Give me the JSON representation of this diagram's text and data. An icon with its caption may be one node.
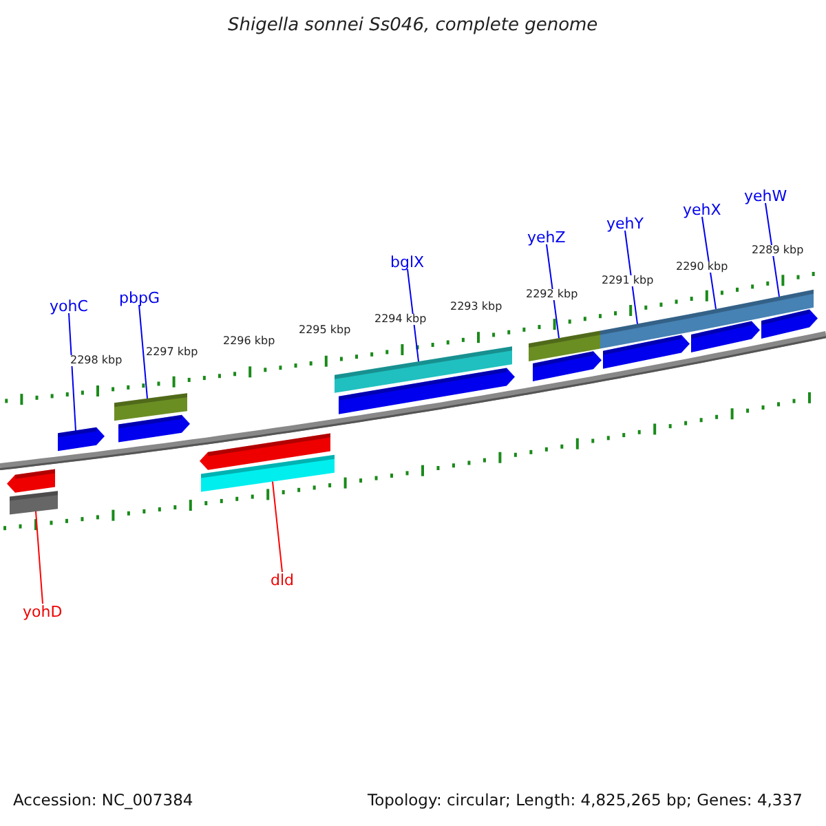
{
  "diagram": {
    "title": "Shigella sonnei Ss046, complete genome",
    "nodes": [
      {
        "text": [
          "yohC"
        ]
      },
      {
        "text": [
          "pbpG"
        ]
      },
      {
        "text": [
          "bglX"
        ]
      },
      {
        "text": [
          "yehZ"
        ]
      },
      {
        "text": [
          "yehY"
        ]
      },
      {
        "text": [
          "yehX"
        ]
      },
      {
        "text": [
          "yehW"
        ]
      },
      {
        "text": [
          "yohD"
        ]
      },
      {
        "text": [
          "dld"
        ]
      },
      {
        "text": [],
        "shape": "bar"
      },
      {
        "text": [],
        "shape": "arrow"
      },
      {
        "text": [],
        "shape": "bar"
      },
      {
        "text": [],
        "shape": "bar"
      },
      {
        "text": [],
        "shape": "bar"
      },
      {
        "text": [],
        "shape": "bar"
      },
      {
        "text": [],
        "shape": "bar"
      },
      {
        "text": [],
        "shape": "bar"
      },
      {
        "text": [],
        "shape": "bar"
      }
    ],
    "edges": [
      {
        "from": 0,
        "to": 10,
        "arrow": "none"
      },
      {
        "from": 1,
        "to": 11,
        "arrow": "none"
      },
      {
        "from": 2,
        "to": 13,
        "arrow": "none"
      },
      {
        "from": 3,
        "to": 14,
        "arrow": "none"
      },
      {
        "from": 4,
        "to": 15,
        "arrow": "none"
      },
      {
        "from": 5,
        "to": 16,
        "arrow": "none"
      },
      {
        "from": 6,
        "to": 17,
        "arrow": "none"
      },
      {
        "from": 7,
        "to": 9,
        "arrow": "none",
        "color": "#ff0000"
      },
      {
        "from": 8,
        "to": 12,
        "arrow": "none",
        "color": "#ff0000"
      }
    ],
    "labels": [
      "2298 kbp",
      "2297 kbp",
      "2296 kbp",
      "2295 kbp",
      "2294 kbp",
      "2293 kbp",
      "2292 kbp",
      "2291 kbp",
      "2290 kbp",
      "2289 kbp",
      "Accession: NC_007384",
      "Topology: circular; Length: 4,825,265 bp; Genes: 4,337"
    ]
  }
}
